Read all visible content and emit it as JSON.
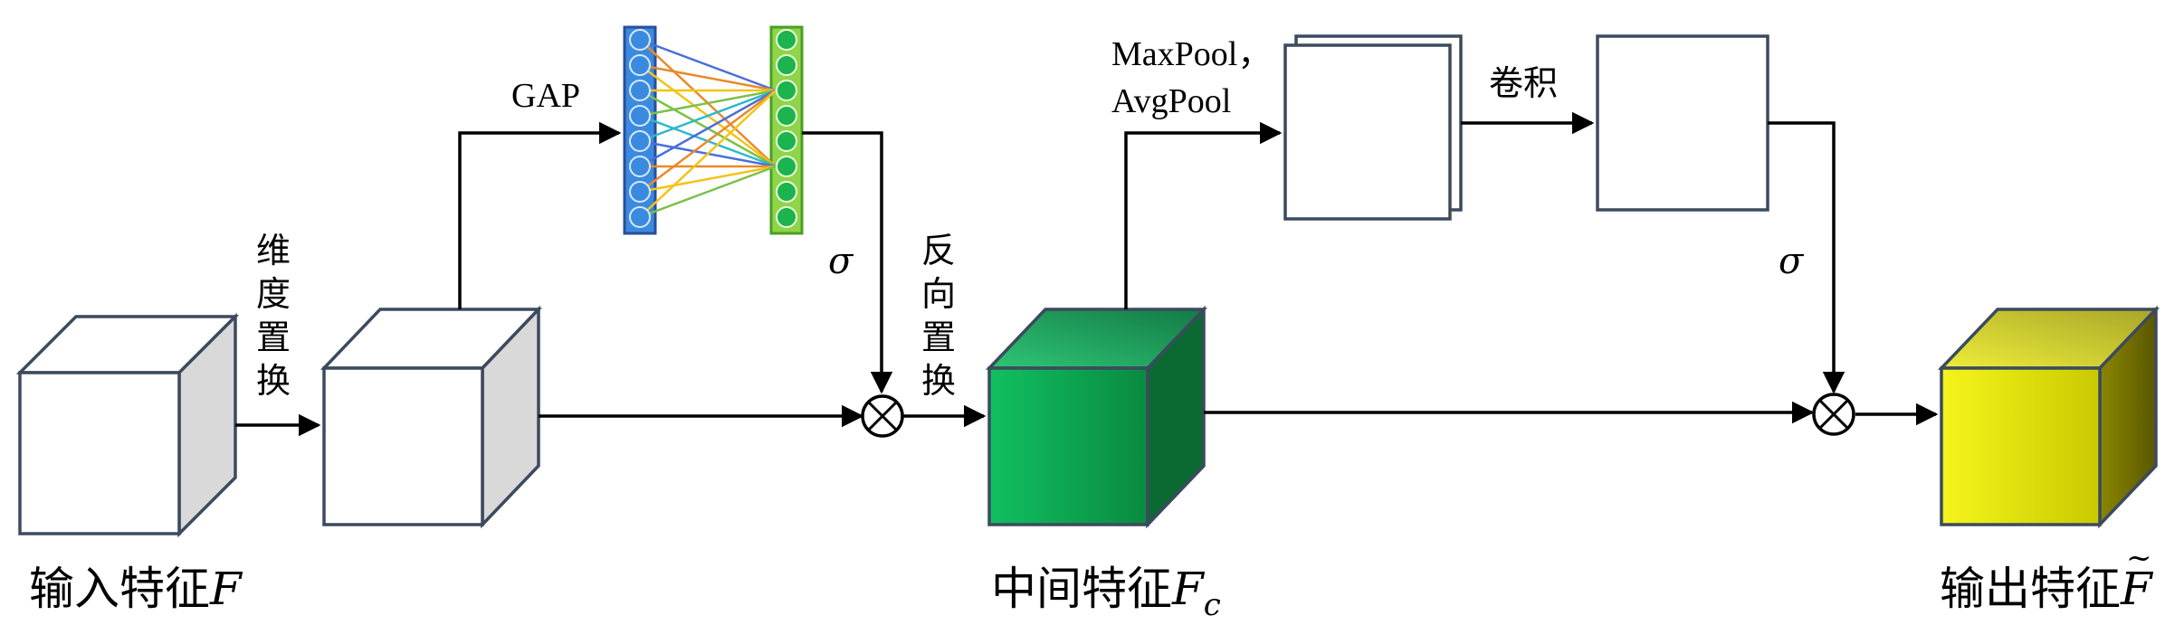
{
  "labels": {
    "gap": "GAP",
    "dim_permute": [
      "维",
      "度",
      "置",
      "换"
    ],
    "reverse_permute": [
      "反",
      "向",
      "置",
      "换"
    ],
    "sigma_1": "σ",
    "sigma_2": "σ",
    "pool_line1": "MaxPool，",
    "pool_line2": "AvgPool",
    "conv": "卷积"
  },
  "captions": {
    "input": {
      "text": "输入特征",
      "symbol": "F"
    },
    "intermediate": {
      "text": "中间特征",
      "symbol": "F",
      "subscript": "c"
    },
    "output": {
      "text": "输出特征",
      "symbol": "F",
      "accent": "~"
    }
  },
  "colors": {
    "cube_outline": "#3c4a5e",
    "cube_white_side": "#d9d9d9",
    "green_front_start": "#10c060",
    "green_front_end": "#0a7a3a",
    "green_top": "#3ccf80",
    "green_side": "#0b6a32",
    "yellow_front_start": "#f7f71a",
    "yellow_front_end": "#b9b900",
    "yellow_top": "#e8e84a",
    "yellow_side": "#6e6a00",
    "node_blue": "#3a8be0",
    "node_green": "#1db34e"
  }
}
